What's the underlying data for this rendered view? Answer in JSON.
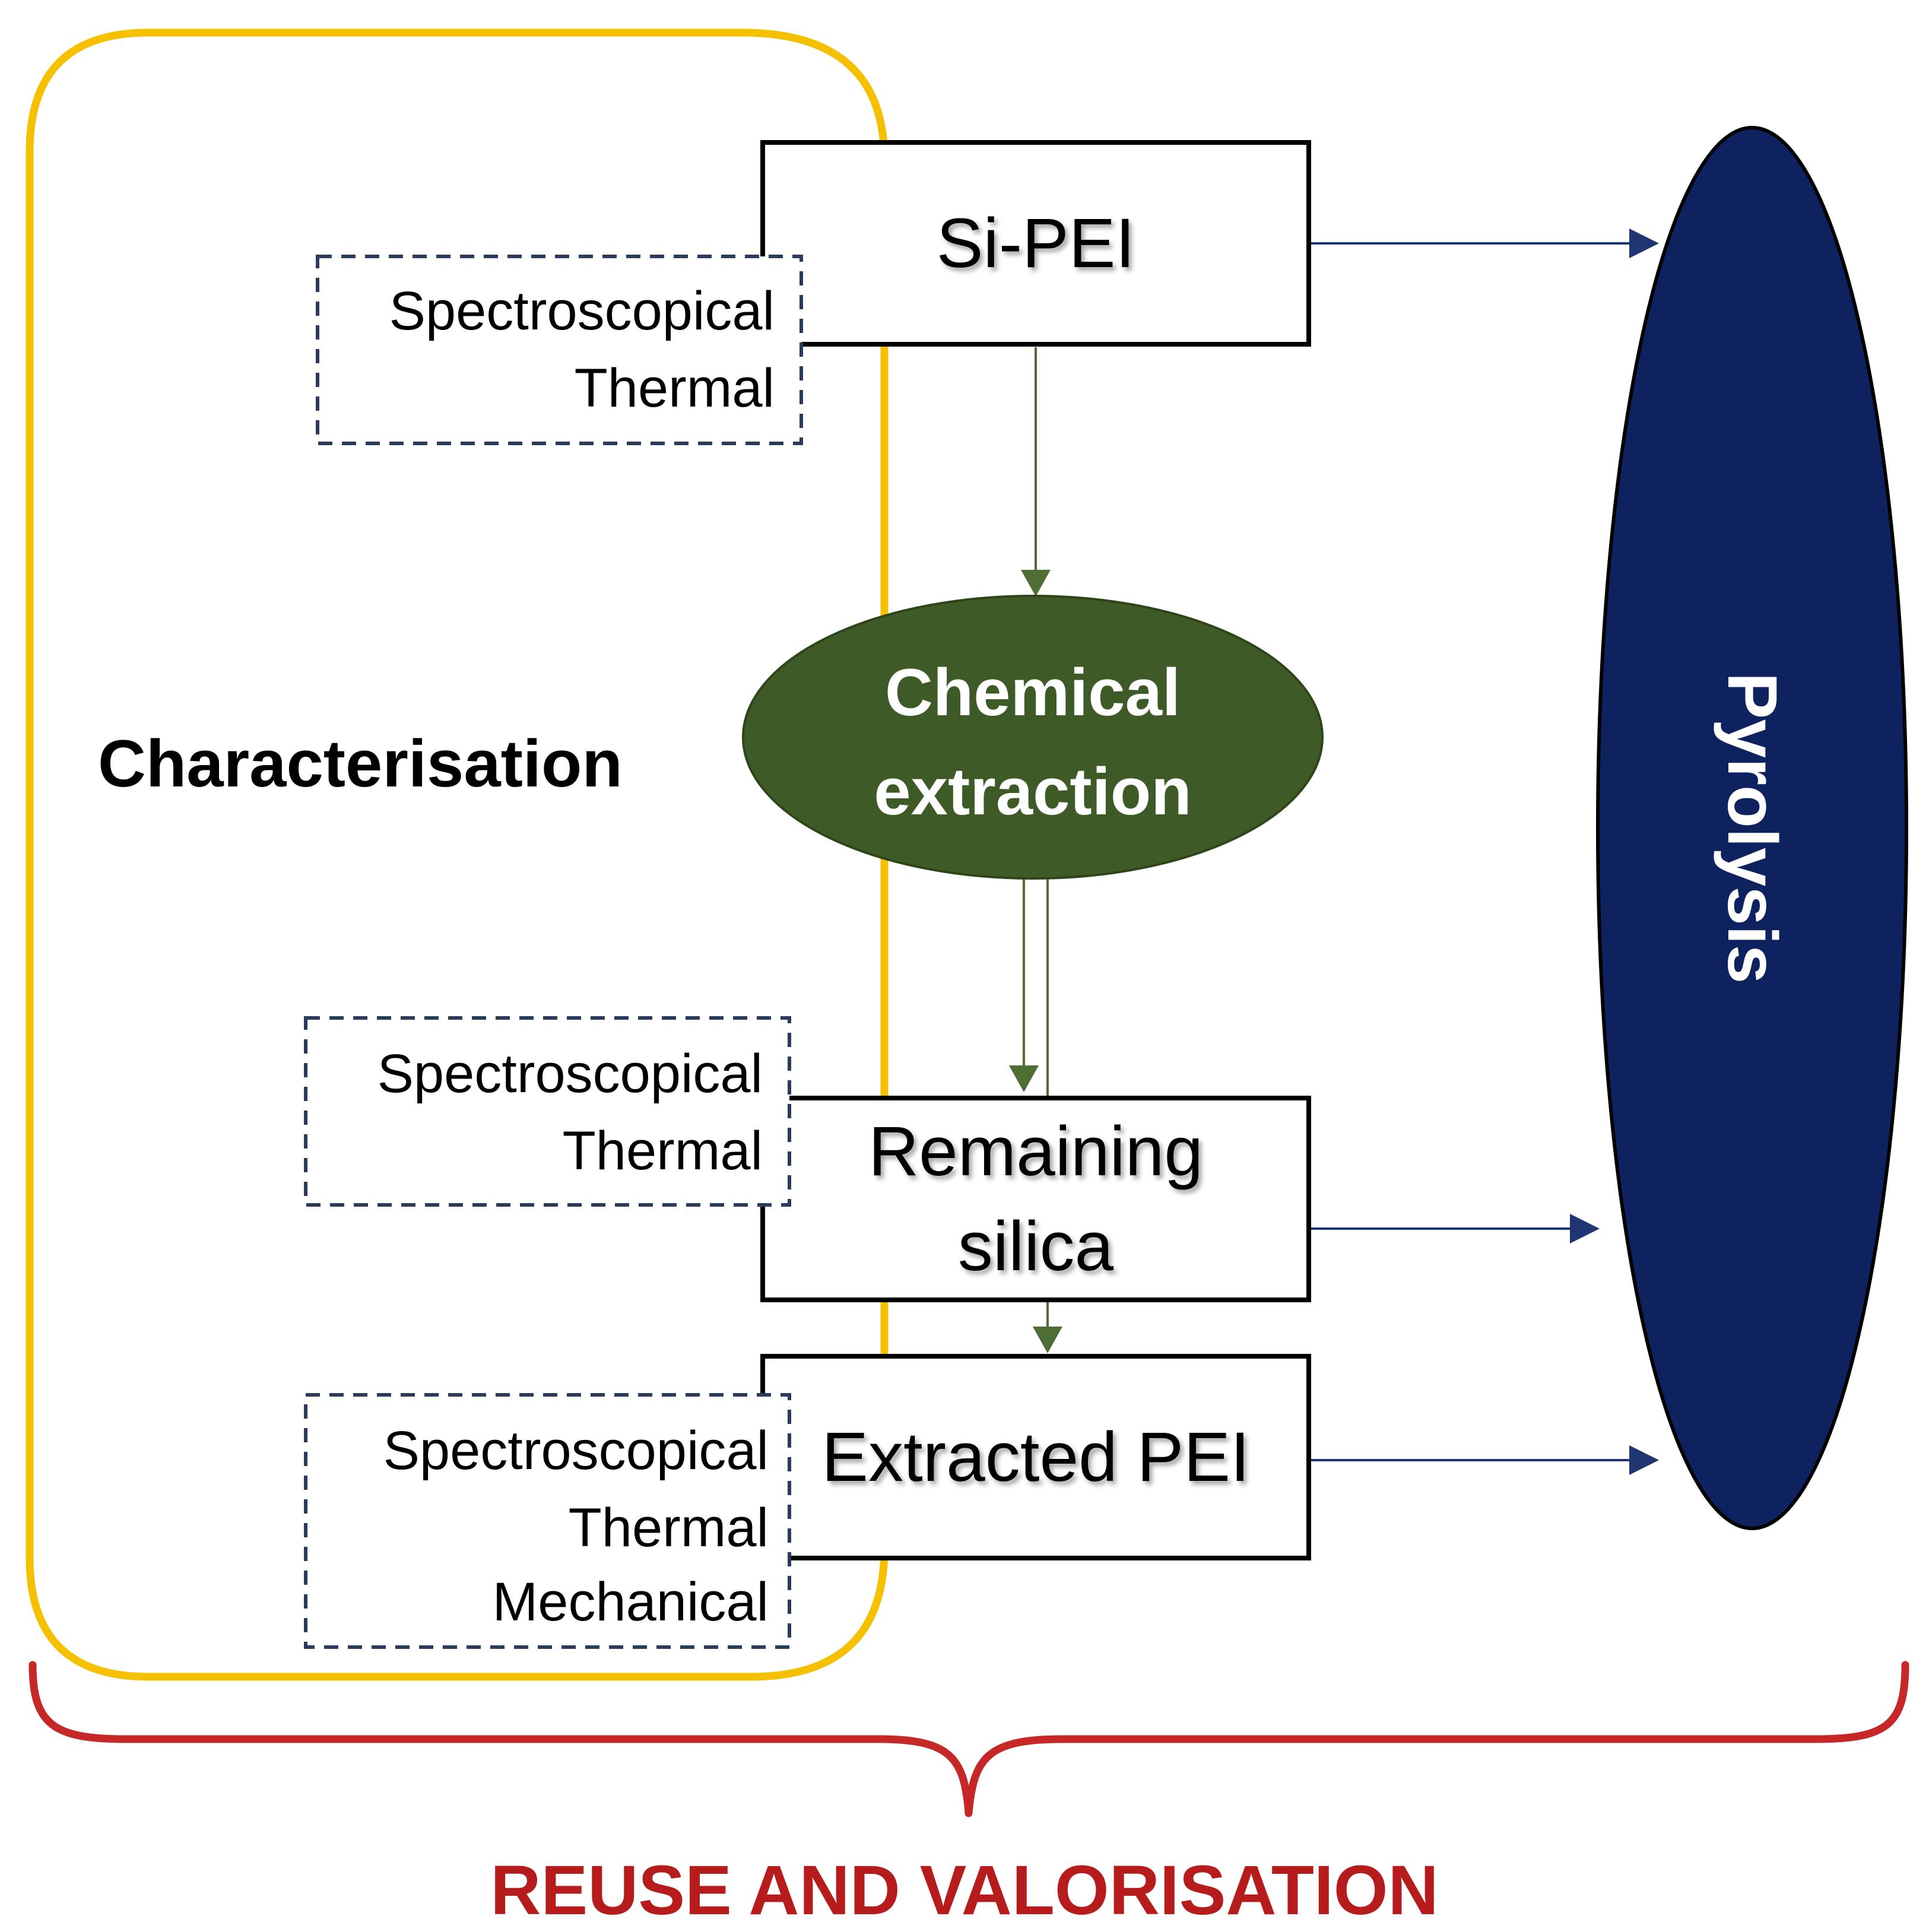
{
  "characterisation": {
    "title": "Characterisation",
    "frame_color": "#F5C000"
  },
  "boxes": {
    "si_pei": {
      "label": "Si-PEI"
    },
    "remaining_silica": {
      "line1": "Remaining",
      "line2": "silica"
    },
    "extracted_pei": {
      "label": "Extracted PEI"
    }
  },
  "methods": {
    "top": {
      "line1": "Spectroscopical",
      "line2": "Thermal"
    },
    "middle": {
      "line1": "Spectroscopical",
      "line2": "Thermal"
    },
    "bottom": {
      "line1": "Spectroscopical",
      "line2": "Thermal",
      "line3": "Mechanical"
    }
  },
  "chemical_extraction": {
    "line1": "Chemical",
    "line2": "extraction",
    "fill": "#3E5A26"
  },
  "pyrolysis": {
    "label": "Pyrolysis",
    "fill": "#0F2260"
  },
  "reuse": {
    "label": "REUSE AND VALORISATION",
    "color": "#B71C1C"
  },
  "colors": {
    "green_arrow": "#4E6E36",
    "blue_arrow": "#1F3673",
    "dashed_border": "#2B3B5C"
  }
}
